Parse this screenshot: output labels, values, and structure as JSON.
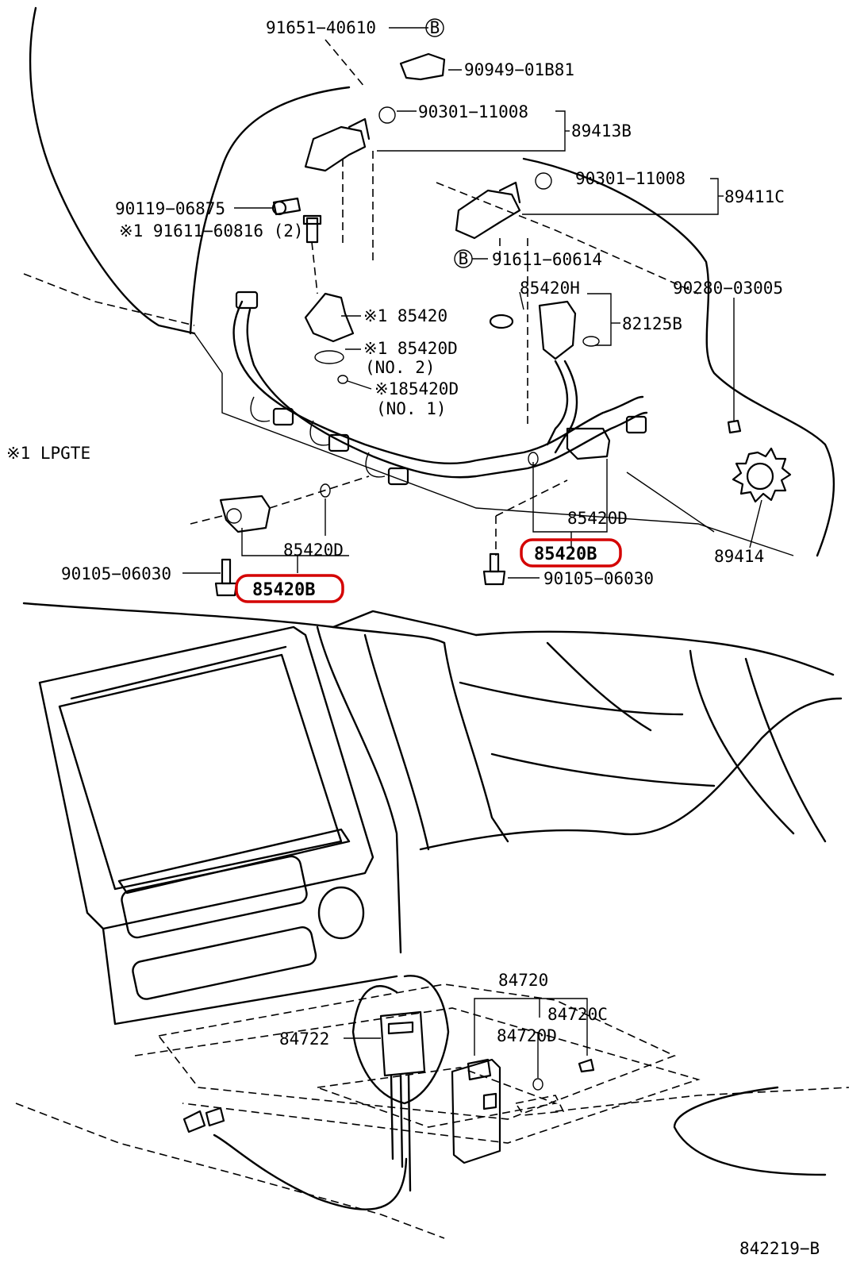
{
  "labels": {
    "l_91651": "91651−40610",
    "l_90949": "90949−01B81",
    "l_90301a": "90301−11008",
    "l_89413b": "89413B",
    "l_90301b": "90301−11008",
    "l_89411c": "89411C",
    "l_90119": "90119−06875",
    "l_91611a": "※1 91611−60816 (2)",
    "l_91611b": "91611−60614",
    "l_85420h": "85420H",
    "l_82125b": "82125B",
    "l_90280": "90280−03005",
    "l_85420": "※1 85420",
    "l_85420d_no2": "※1 85420D",
    "l_no2": "(NO. 2)",
    "l_85420d_no1": "※185420D",
    "l_no1": "(NO. 1)",
    "l_lpgte": "※1  LPGTE",
    "l_85420d_left": "85420D",
    "l_85420d_right": "85420D",
    "l_89414": "89414",
    "l_90105_left": "90105−06030",
    "l_90105_right": "90105−06030",
    "l_85420b_left": "85420B",
    "l_85420b_right": "85420B",
    "l_84720": "84720",
    "l_84720c": "84720C",
    "l_84720d": "84720D",
    "l_84722": "84722",
    "l_ref": "842219−B",
    "badge_b": "B"
  },
  "colors": {
    "highlight": "#d40000",
    "line": "#000000"
  }
}
